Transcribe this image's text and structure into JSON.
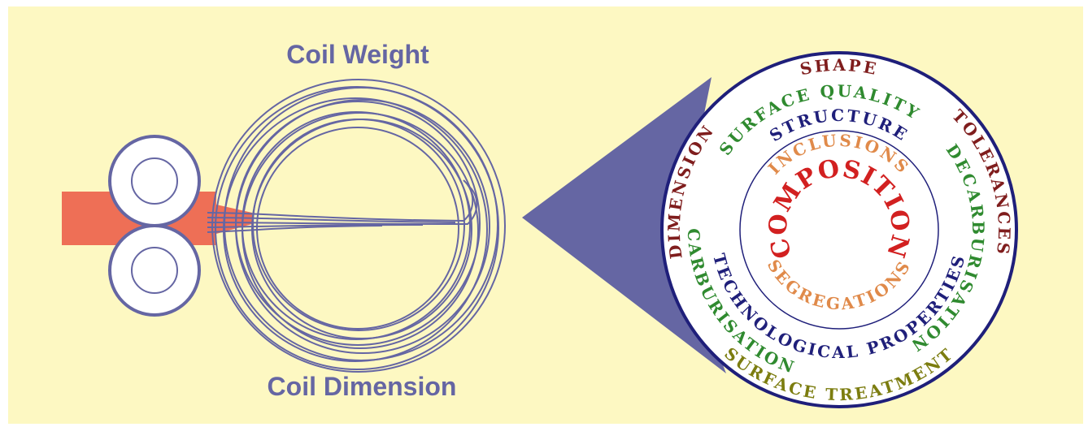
{
  "diagram": {
    "coil_weight_label": "Coil Weight",
    "coil_dimension_label": "Coil Dimension",
    "outer_ring": {
      "shape": "SHAPE",
      "tolerances": "TOLERANCES",
      "dimension": "DIMENSION",
      "surface_treatment": "SURFACE TREATMENT"
    },
    "second_ring": {
      "surface_quality": "SURFACE QUALITY",
      "decarburisation": "DECARBURISATION",
      "carburisation": "CARBURISATION"
    },
    "third_ring": {
      "structure": "STRUCTURE",
      "technological_properties": "TECHNOLOGICAL PROPERTIES"
    },
    "inner_ring": {
      "inclusions": "INCLUSIONS",
      "segregations": "SEGREGATIONS",
      "composition": "COMPOSITION"
    },
    "colors": {
      "background": "#fdf8c2",
      "coil": "#6566a3",
      "strip": "#ee6f56",
      "shape": "#7f1d1d",
      "tolerances": "#7f1d1d",
      "dimension": "#7f1d1d",
      "surface_treatment": "#7c7d10",
      "surface_quality": "#2f8a2f",
      "decarburisation": "#2f8a2f",
      "carburisation": "#2f8a2f",
      "structure": "#1f1f7a",
      "technological_properties": "#1f1f7a",
      "inclusions": "#e08a4a",
      "segregations": "#e08a4a",
      "composition": "#d22020"
    }
  }
}
